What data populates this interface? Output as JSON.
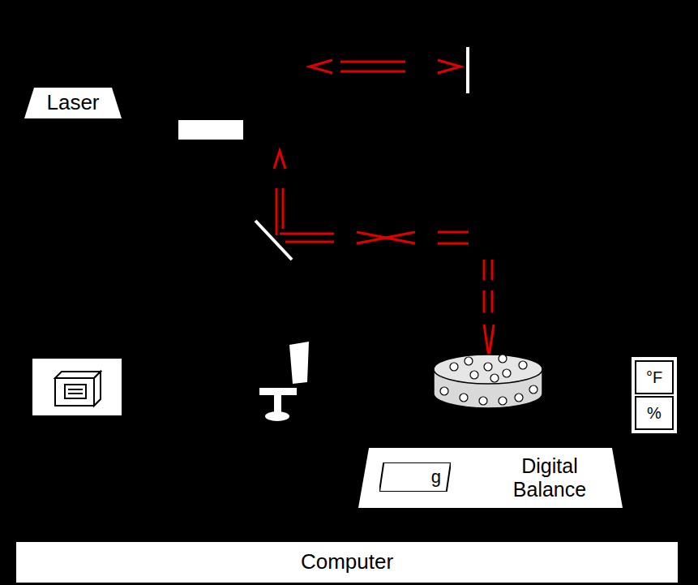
{
  "diagram": {
    "nodes": [
      {
        "text": [
          "Laser"
        ]
      },
      {
        "text": [
          "Digital Balance"
        ]
      },
      {
        "text": [
          "g"
        ],
        "in": 1
      },
      {
        "text": [
          "°F",
          "%"
        ]
      },
      {
        "text": [
          "Computer"
        ]
      }
    ]
  }
}
